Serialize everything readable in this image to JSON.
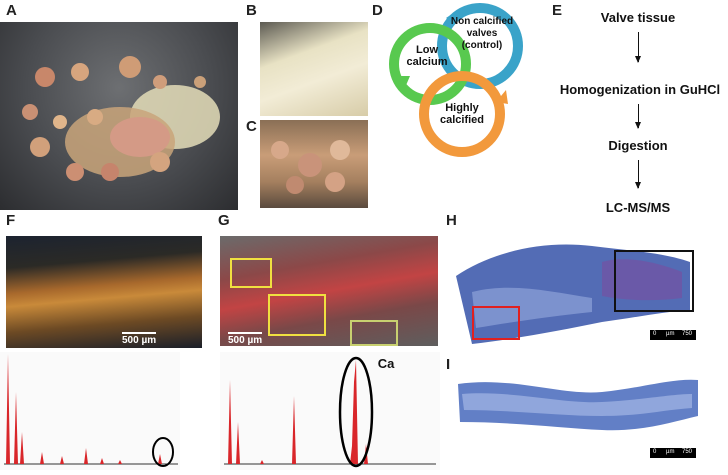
{
  "panels": {
    "A": "A",
    "B": "B",
    "C": "C",
    "D": "D",
    "E": "E",
    "F": "F",
    "G": "G",
    "H": "H",
    "I": "I"
  },
  "cycle": {
    "non_calcified": "Non calcified valves (control)",
    "low": "Low calcium",
    "high": "Highly calcified",
    "colors": {
      "blue": "#3aa3c9",
      "green": "#58c94f",
      "orange": "#f2993c"
    }
  },
  "workflow": {
    "step1": "Valve tissue",
    "step2": "Homogenization in GuHCl",
    "step3": "Digestion",
    "step4": "LC-MS/MS"
  },
  "F": {
    "scale": "500 µm"
  },
  "G": {
    "scale": "500 µm",
    "ca_label": "Ca"
  },
  "H": {
    "scale_left": "0",
    "scale_unit": "µm",
    "scale_right": "750"
  },
  "I": {
    "scale_left": "0",
    "scale_unit": "µm",
    "scale_right": "750"
  }
}
